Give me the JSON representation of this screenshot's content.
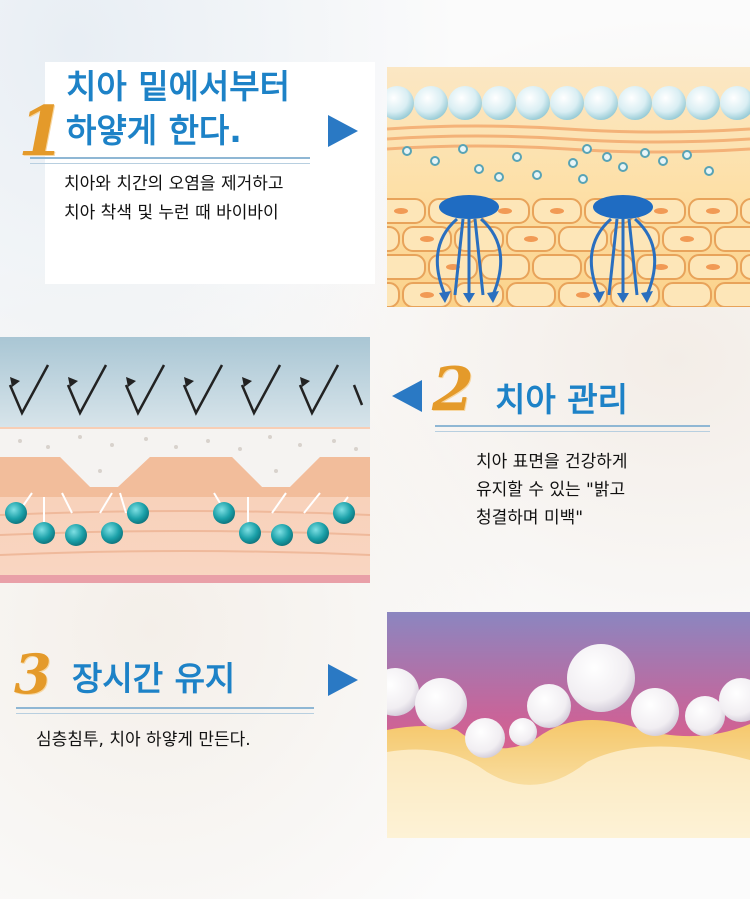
{
  "section1": {
    "number": "1",
    "title_line1": "치아 밑에서부터",
    "title_line2": "하얗게 한다.",
    "desc_line1": "치아와 치간의 오염을 제거하고",
    "desc_line2": "치아 착색 및 누런 때 바이바이"
  },
  "section2": {
    "number": "2",
    "title": "치아 관리",
    "desc_line1": "치아 표면을 건강하게",
    "desc_line2": "유지할 수 있는 \"밝고",
    "desc_line3": "청결하며 미백\""
  },
  "section3": {
    "number": "3",
    "title": "장시간 유지",
    "desc_line1": "심층침투, 치아 하얗게 만든다."
  },
  "colors": {
    "title_blue": "#1d82c7",
    "number_orange": "#e49a2a",
    "arrow_blue": "#2a79c4"
  },
  "icons": [
    "arrow-right-icon",
    "arrow-left-icon",
    "arrow-right-icon"
  ]
}
